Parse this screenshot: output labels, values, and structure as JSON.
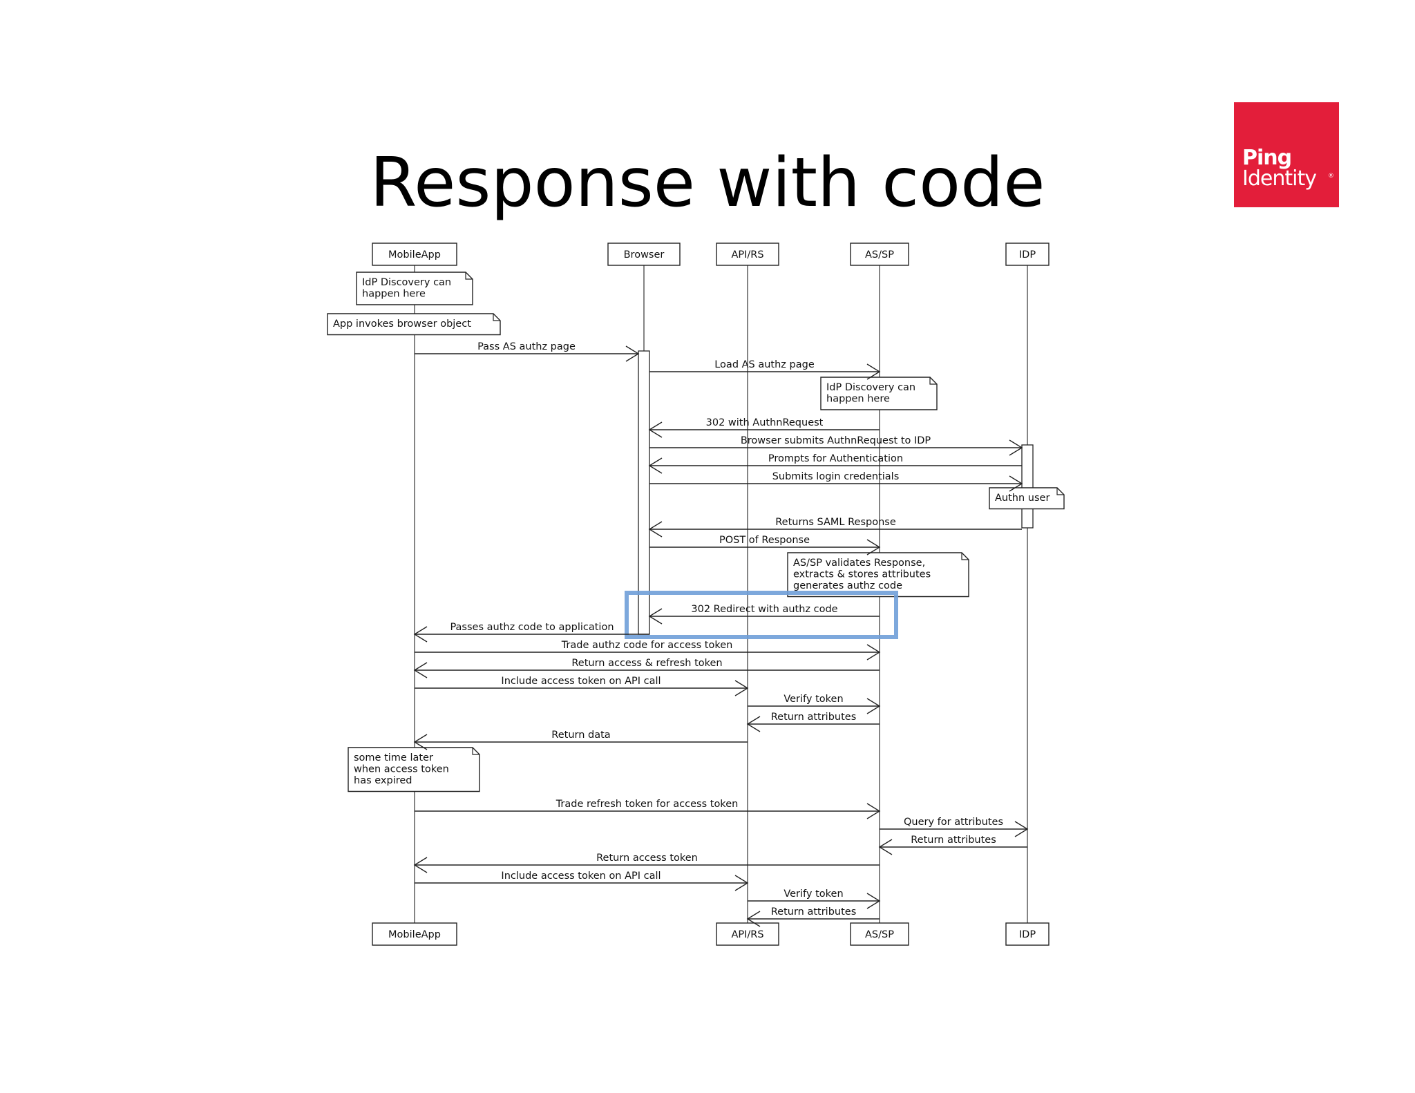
{
  "slide": {
    "title": "Response with code"
  },
  "logo": {
    "line1": "Ping",
    "line2": "Identity",
    "mark": "®",
    "color": "#e31e3a"
  },
  "diagram": {
    "actors": [
      {
        "id": "mobile",
        "label": "MobileApp",
        "bottom_label": "MobileApp"
      },
      {
        "id": "browser",
        "label": "Browser",
        "bottom_label": ""
      },
      {
        "id": "api",
        "label": "API/RS",
        "bottom_label": "API/RS"
      },
      {
        "id": "assp",
        "label": "AS/SP",
        "bottom_label": "AS/SP"
      },
      {
        "id": "idp",
        "label": "IDP",
        "bottom_label": "IDP"
      }
    ],
    "notes": [
      {
        "id": "n1",
        "lines": [
          "IdP Discovery can",
          " happen here"
        ]
      },
      {
        "id": "n2",
        "lines": [
          "App invokes browser object"
        ]
      },
      {
        "id": "n3",
        "lines": [
          "IdP Discovery can",
          " happen here"
        ]
      },
      {
        "id": "n4",
        "lines": [
          "Authn user"
        ]
      },
      {
        "id": "n5",
        "lines": [
          "AS/SP validates Response,",
          " extracts & stores attributes",
          " generates authz code"
        ]
      },
      {
        "id": "n6",
        "lines": [
          "some time later",
          " when access token",
          " has expired"
        ]
      }
    ],
    "messages": [
      {
        "from": "mobile",
        "to": "browser",
        "label": "Pass AS authz page"
      },
      {
        "from": "browser",
        "to": "assp",
        "label": "Load AS authz page"
      },
      {
        "from": "assp",
        "to": "browser",
        "label": "302 with AuthnRequest"
      },
      {
        "from": "browser",
        "to": "idp",
        "label": "Browser submits AuthnRequest to IDP"
      },
      {
        "from": "idp",
        "to": "browser",
        "label": "Prompts for Authentication"
      },
      {
        "from": "browser",
        "to": "idp",
        "label": "Submits login credentials"
      },
      {
        "from": "idp",
        "to": "browser",
        "label": "Returns SAML Response"
      },
      {
        "from": "browser",
        "to": "assp",
        "label": "POST of Response"
      },
      {
        "from": "assp",
        "to": "browser",
        "label": "302 Redirect with authz code",
        "highlighted": true
      },
      {
        "from": "browser",
        "to": "mobile",
        "label": "Passes authz code to application"
      },
      {
        "from": "mobile",
        "to": "assp",
        "label": "Trade authz code for access token"
      },
      {
        "from": "assp",
        "to": "mobile",
        "label": "Return access & refresh token"
      },
      {
        "from": "mobile",
        "to": "api",
        "label": "Include access token on API call"
      },
      {
        "from": "api",
        "to": "assp",
        "label": "Verify token"
      },
      {
        "from": "assp",
        "to": "api",
        "label": "Return attributes"
      },
      {
        "from": "api",
        "to": "mobile",
        "label": "Return data"
      },
      {
        "from": "mobile",
        "to": "assp",
        "label": "Trade refresh token for access token"
      },
      {
        "from": "assp",
        "to": "idp",
        "label": "Query for attributes"
      },
      {
        "from": "idp",
        "to": "assp",
        "label": "Return attributes"
      },
      {
        "from": "assp",
        "to": "mobile",
        "label": "Return access token"
      },
      {
        "from": "mobile",
        "to": "api",
        "label": "Include access token on API call"
      },
      {
        "from": "api",
        "to": "assp",
        "label": "Verify token"
      },
      {
        "from": "assp",
        "to": "api",
        "label": "Return attributes"
      }
    ],
    "highlight_color": "#6f9fd8"
  }
}
